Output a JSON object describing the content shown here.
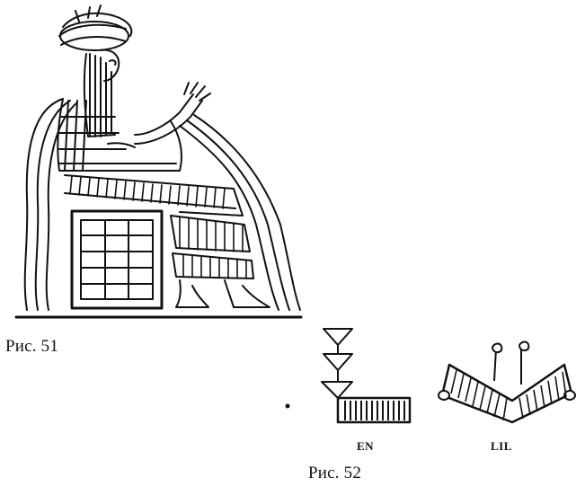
{
  "figure_51": {
    "caption": "Рис. 51"
  },
  "figure_52": {
    "caption": "Рис. 52",
    "signs": [
      {
        "label": "EN"
      },
      {
        "label": "LIL"
      }
    ]
  },
  "colors": {
    "ink": "#111111",
    "paper": "#ffffff"
  }
}
